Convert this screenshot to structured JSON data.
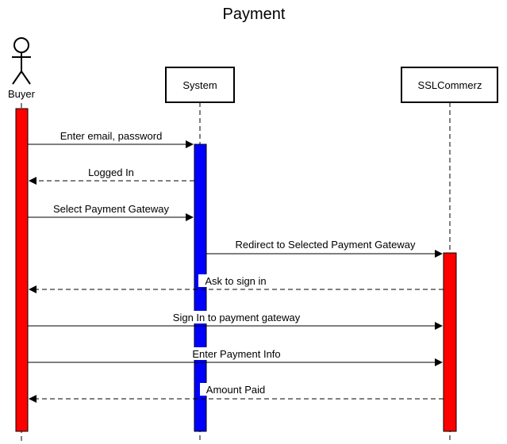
{
  "title": "Payment",
  "actor": {
    "label": "Buyer",
    "icon": "stick-figure-icon"
  },
  "participants": [
    {
      "id": "system",
      "label": "System"
    },
    {
      "id": "sslcommerz",
      "label": "SSLCommerz"
    }
  ],
  "activation_colors": {
    "buyer": "#ff0000",
    "system": "#0000ff",
    "sslcommerz": "#ff0000"
  },
  "messages": [
    {
      "label": "Enter email, password",
      "from": "buyer",
      "to": "system",
      "style": "solid"
    },
    {
      "label": "Logged In",
      "from": "system",
      "to": "buyer",
      "style": "dashed"
    },
    {
      "label": "Select Payment Gateway",
      "from": "buyer",
      "to": "system",
      "style": "solid"
    },
    {
      "label": "Redirect to Selected Payment Gateway",
      "from": "system",
      "to": "sslcommerz",
      "style": "solid"
    },
    {
      "label": "Ask to sign in",
      "from": "sslcommerz",
      "to": "buyer",
      "style": "dashed"
    },
    {
      "label": "Sign In to payment gateway",
      "from": "buyer",
      "to": "sslcommerz",
      "style": "solid"
    },
    {
      "label": "Enter Payment Info",
      "from": "buyer",
      "to": "sslcommerz",
      "style": "solid"
    },
    {
      "label": "Amount Paid",
      "from": "sslcommerz",
      "to": "buyer",
      "style": "dashed"
    }
  ]
}
